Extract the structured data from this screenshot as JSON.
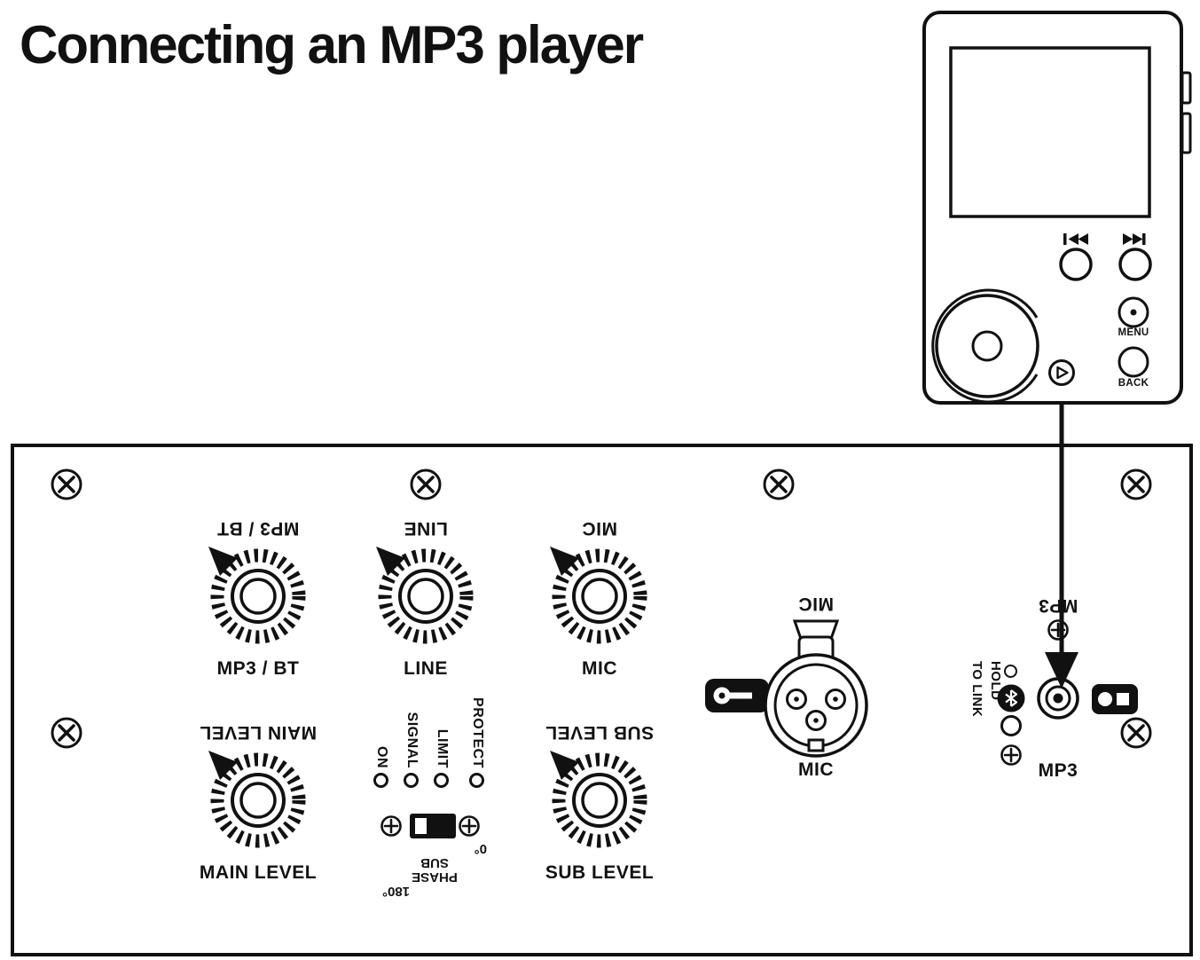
{
  "title": "Connecting an MP3 player",
  "colors": {
    "ink": "#111111",
    "paper": "#ffffff"
  },
  "player": {
    "menu_label": "MENU",
    "back_label": "BACK",
    "icons": {
      "prev": "skip-back-icon",
      "next": "skip-forward-icon",
      "play": "play-icon",
      "menu": "menu-dot-icon",
      "wheel": "click-wheel"
    }
  },
  "panel": {
    "knobs": [
      {
        "label": "MP3 / BT"
      },
      {
        "label": "LINE"
      },
      {
        "label": "MIC"
      },
      {
        "label": "MAIN LEVEL"
      },
      {
        "label": "SUB LEVEL"
      }
    ],
    "indicators": [
      {
        "label": "ON"
      },
      {
        "label": "SIGNAL"
      },
      {
        "label": "LIMIT"
      },
      {
        "label": "PROTECT"
      }
    ],
    "phase_switch": {
      "lines": [
        "0°",
        "SUB",
        "PHASE",
        "180°"
      ]
    },
    "mic_connector": {
      "label": "MIC"
    },
    "bt_link": {
      "line1": "HOLD",
      "line2": "TO LINK"
    },
    "mp3_jack": {
      "label": "MP3"
    },
    "icons": {
      "corner_screw": "screw-icon",
      "small_screw": "phillips-screw-icon",
      "bluetooth": "bluetooth-icon",
      "key": "key-icon",
      "rca": "rca-icon",
      "arrow": "connection-arrow"
    }
  }
}
